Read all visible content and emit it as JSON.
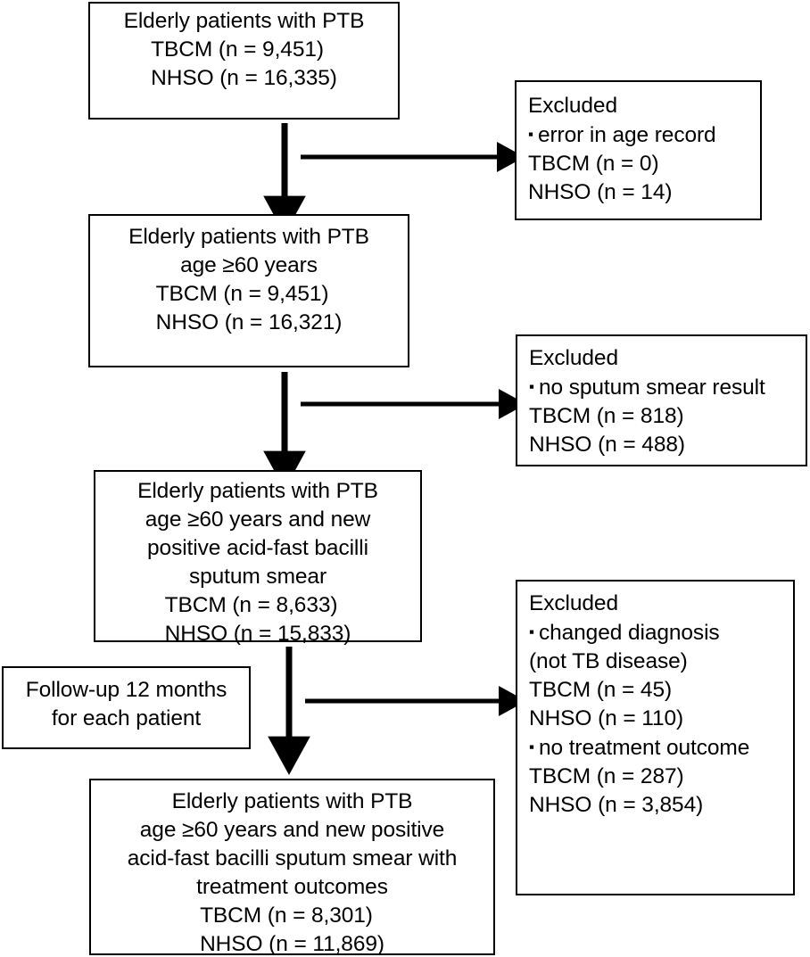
{
  "figure": {
    "type": "flowchart",
    "title": "Study participant flow diagram",
    "cohorts": [
      "TBCM",
      "NHSO"
    ],
    "colors": {
      "stroke": "#000000",
      "background": "#ffffff",
      "text": "#000000"
    }
  },
  "boxes": {
    "cohort_initial": {
      "name": "Elderly patients with PTB",
      "lines": [
        "Elderly patients with PTB"
      ],
      "stats": [
        "TBCM (n = 9,451)",
        "NHSO (n = 16,335)"
      ],
      "values": {
        "TBCM": 9451,
        "NHSO": 16335
      }
    },
    "cohort_age": {
      "lines": [
        "Elderly patients with PTB",
        "age ≥60 years"
      ],
      "stats": [
        "TBCM (n = 9,451)",
        "NHSO (n = 16,321)"
      ],
      "values": {
        "TBCM": 9451,
        "NHSO": 16321
      }
    },
    "cohort_smear": {
      "lines": [
        "Elderly patients with PTB",
        "age ≥60 years and new",
        "positive acid-fast bacilli",
        "sputum smear"
      ],
      "stats": [
        "TBCM (n = 8,633)",
        "NHSO (n = 15,833)"
      ],
      "values": {
        "TBCM": 8633,
        "NHSO": 15833
      }
    },
    "cohort_final": {
      "lines": [
        "Elderly patients with PTB",
        "age ≥60 years and new positive",
        "acid-fast bacilli sputum smear with",
        "treatment outcomes"
      ],
      "stats": [
        "TBCM (n = 8,301)",
        "NHSO (n = 11,869)"
      ],
      "values": {
        "TBCM": 8301,
        "NHSO": 11869
      }
    },
    "followup": {
      "lines": [
        "Follow-up 12 months",
        "for each patient"
      ],
      "duration_months": 12
    },
    "excluded_age": {
      "heading": "Excluded",
      "reason": "error in age record",
      "stats": [
        "TBCM (n = 0)",
        "NHSO (n = 14)"
      ],
      "values": {
        "TBCM": 0,
        "NHSO": 14
      }
    },
    "excluded_smear": {
      "heading": "Excluded",
      "reason": "no sputum smear result",
      "stats": [
        "TBCM (n = 818)",
        "NHSO (n = 488)"
      ],
      "values": {
        "TBCM": 818,
        "NHSO": 488
      }
    },
    "excluded_outcome": {
      "heading": "Excluded",
      "reason_1": "changed diagnosis",
      "reason_1_cont": "(not TB disease)",
      "stats_1": [
        "TBCM (n = 45)",
        "NHSO (n = 110)"
      ],
      "values_1": {
        "TBCM": 45,
        "NHSO": 110
      },
      "reason_2": "no treatment outcome",
      "stats_2": [
        "TBCM (n = 287)",
        "NHSO (n = 3,854)"
      ],
      "values_2": {
        "TBCM": 287,
        "NHSO": 3854
      }
    }
  },
  "symbols": {
    "bullet": "▪"
  }
}
